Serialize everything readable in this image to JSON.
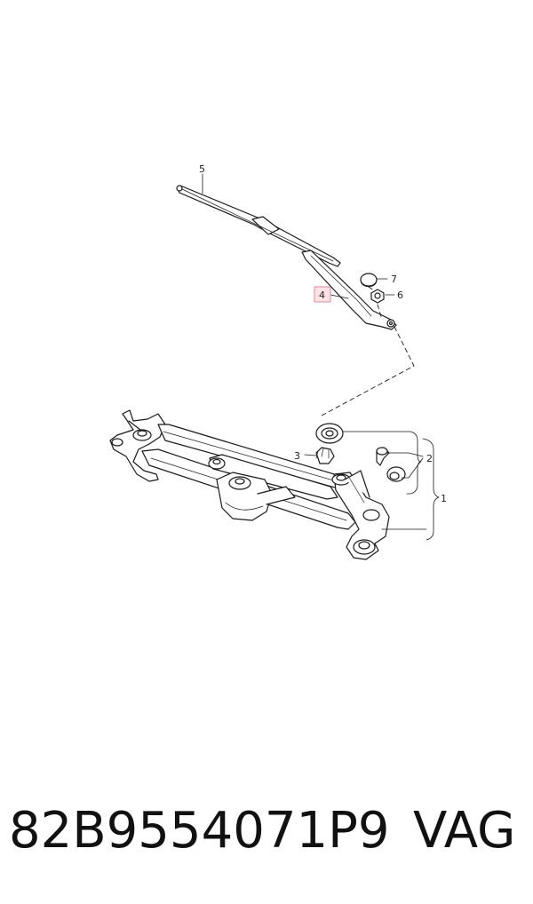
{
  "callouts": {
    "c1": "1",
    "c2": "2",
    "c3": "3",
    "c4": "4",
    "c5": "5",
    "c6": "6",
    "c7": "7"
  },
  "footer": {
    "part_number": "82B9554071P9",
    "brand": "VAG"
  },
  "colors": {
    "line": "#1a1a1a",
    "highlight_fill": "#fde3e6",
    "highlight_stroke": "#e08a96"
  }
}
